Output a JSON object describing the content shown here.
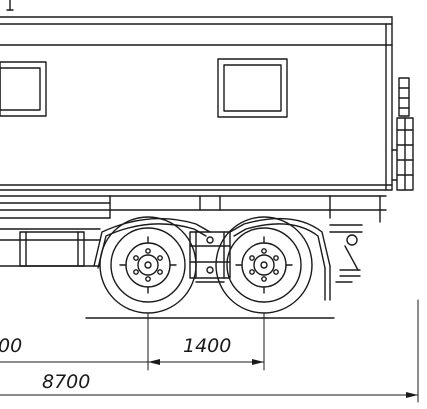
{
  "dimensions": {
    "left_partial": "00",
    "axle_spacing": "1400",
    "overall_length": "8700"
  }
}
